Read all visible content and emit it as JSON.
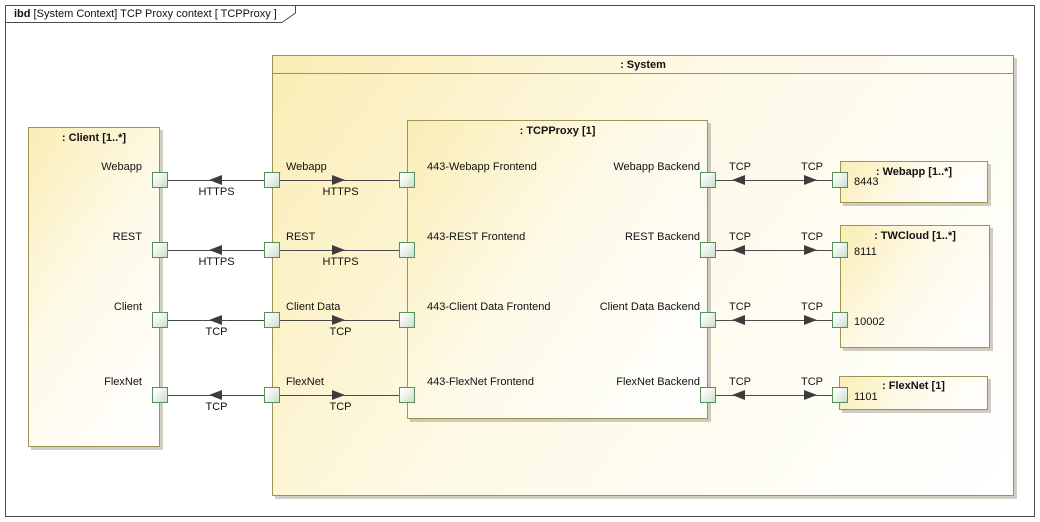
{
  "frame": {
    "keyword": "ibd",
    "title": " [System Context] TCP Proxy context [ TCPProxy ]"
  },
  "blocks": {
    "system": {
      "name": ": System"
    },
    "client": {
      "name": ": Client [1..*]"
    },
    "tcpproxy": {
      "name": ": TCPProxy [1]"
    },
    "webapp": {
      "name": ": Webapp [1..*]"
    },
    "twcloud": {
      "name": ": TWCloud [1..*]"
    },
    "flexnet": {
      "name": ": FlexNet [1]"
    }
  },
  "rows": [
    {
      "client_port_label": "Webapp",
      "outer_flow": "HTTPS",
      "system_port_label": "Webapp",
      "inner_flow": "HTTPS",
      "frontend_port_label": "443-Webapp Frontend",
      "backend_port_label": "Webapp Backend",
      "backend_flow_out": "TCP",
      "backend_flow_in": "TCP",
      "target_port_label": "8443"
    },
    {
      "client_port_label": "REST",
      "outer_flow": "HTTPS",
      "system_port_label": "REST",
      "inner_flow": "HTTPS",
      "frontend_port_label": "443-REST Frontend",
      "backend_port_label": "REST Backend",
      "backend_flow_out": "TCP",
      "backend_flow_in": "TCP",
      "target_port_label": "8111"
    },
    {
      "client_port_label": "Client",
      "outer_flow": "TCP",
      "system_port_label": "Client Data",
      "inner_flow": "TCP",
      "frontend_port_label": "443-Client Data Frontend",
      "backend_port_label": "Client Data Backend",
      "backend_flow_out": "TCP",
      "backend_flow_in": "TCP",
      "target_port_label": "10002"
    },
    {
      "client_port_label": "FlexNet",
      "outer_flow": "TCP",
      "system_port_label": "FlexNet",
      "inner_flow": "TCP",
      "frontend_port_label": "443-FlexNet Frontend",
      "backend_port_label": "FlexNet Backend",
      "backend_flow_out": "TCP",
      "backend_flow_in": "TCP",
      "target_port_label": "1101"
    }
  ],
  "colors": {
    "block_border": "#9C9356",
    "block_fill": "#FAEDB4",
    "port_border": "#55905B",
    "port_fill": "#C9DDCB",
    "connector": "#4A4A4A",
    "frame_border": "#4C4C4C"
  }
}
